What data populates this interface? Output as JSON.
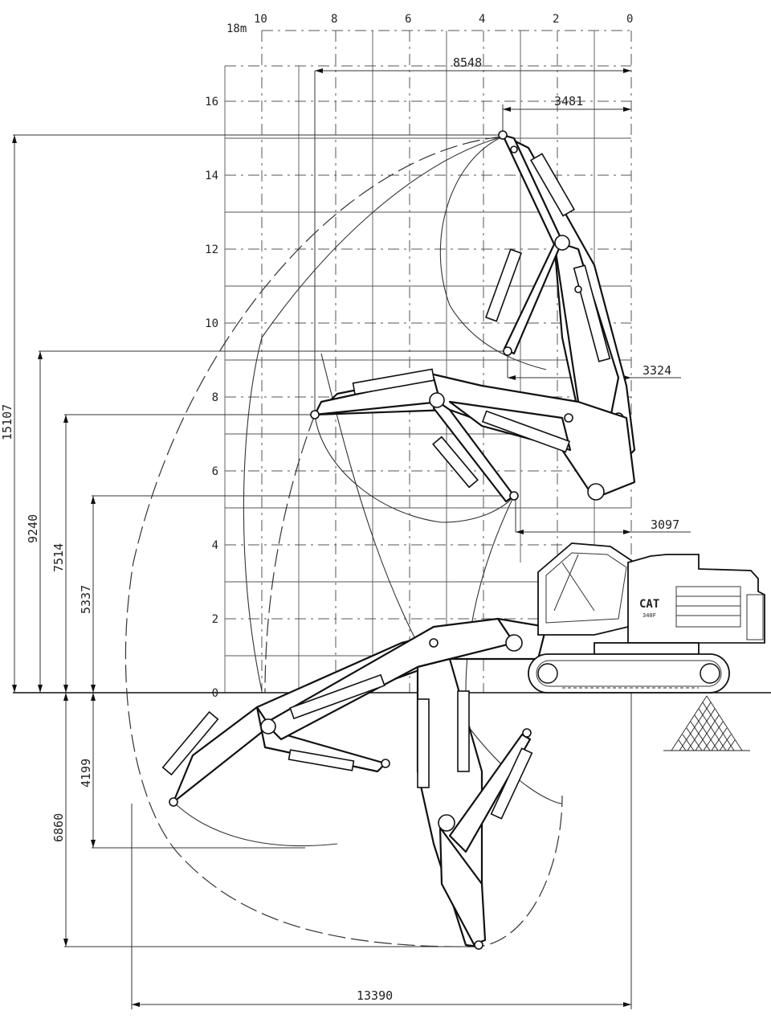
{
  "top_axis": {
    "unit_label": "18m",
    "ticks": [
      "10",
      "8",
      "6",
      "4",
      "2",
      "0"
    ]
  },
  "left_axis": {
    "ticks": [
      "16",
      "14",
      "12",
      "10",
      "8",
      "6",
      "4",
      "2",
      "0"
    ]
  },
  "dimensions": {
    "reach_8548": "8548",
    "reach_3481": "3481",
    "reach_3324": "3324",
    "reach_3097": "3097",
    "height_15107": "15107",
    "height_9240": "9240",
    "height_7514": "7514",
    "height_5337": "5337",
    "depth_4199": "4199",
    "depth_6860": "6860",
    "reach_13390": "13390"
  },
  "machine": {
    "brand": "CAT",
    "model": "340F"
  },
  "colors": {
    "line": "#111111",
    "paper": "#ffffff"
  }
}
